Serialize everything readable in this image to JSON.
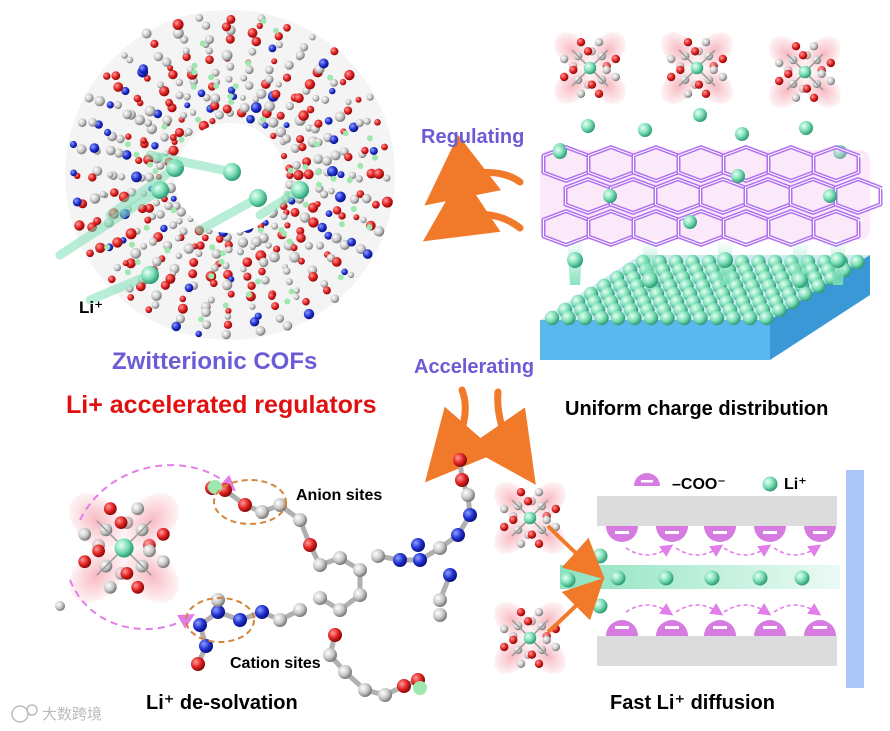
{
  "labels": {
    "regulating": "Regulating",
    "accelerating": "Accelerating",
    "zwitterionic": "Zwitterionic COFs",
    "regulators": "Li+ accelerated regulators",
    "uniform": "Uniform charge distribution",
    "li_ion": "Li⁺",
    "anion_sites": "Anion sites",
    "cation_sites": "Cation sites",
    "desolvation": "Li⁺ de-solvation",
    "fast_diffusion": "Fast Li⁺ diffusion",
    "legend_coo": "–COO⁻",
    "legend_li": "Li⁺",
    "minus": "−",
    "plus": "+",
    "watermark": "大数跨境"
  },
  "colors": {
    "purple_text": "#6b5cd6",
    "red_text": "#e01010",
    "orange_arrow": "#f07a2a",
    "mint_ion": "#7fe0b8",
    "substrate_blue": "#5bb8ee",
    "lattice_purple": "#b070f0",
    "pink_glow": "#f7b5be",
    "carboxyl_purple": "#d67ce0",
    "grey_plate": "#dcdcdc",
    "wall_blue": "#a9c6f7",
    "atom_red": "#e02020",
    "atom_blue": "#2030d0",
    "atom_grey": "#c8c8c8"
  }
}
